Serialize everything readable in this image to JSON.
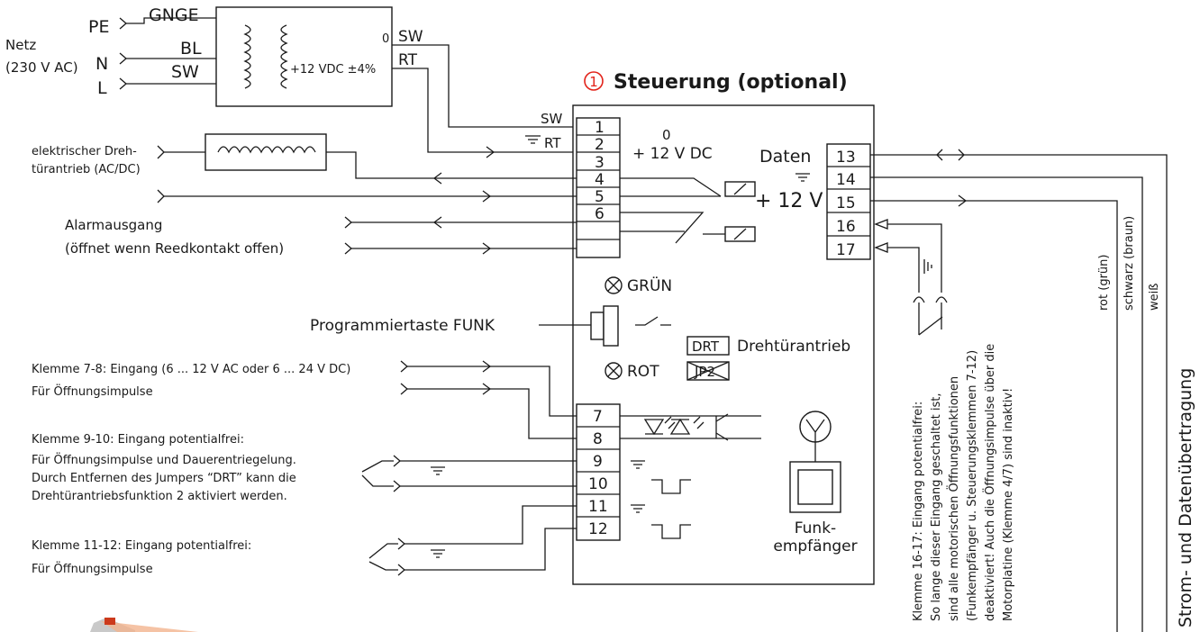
{
  "title": {
    "number": "1",
    "text": "Steuerung (optional)"
  },
  "power": {
    "netz_label": "Netz",
    "netz_voltage": "(230 V AC)",
    "pe": "PE",
    "n": "N",
    "l": "L",
    "gnge": "GNGE",
    "bl": "BL",
    "sw": "SW",
    "transformer_output": "+12 VDC ±4%",
    "zero": "0",
    "out_sw": "SW",
    "out_rt": "RT"
  },
  "controller": {
    "sw_label": "SW",
    "rt_label": "RT",
    "zero_label": "0",
    "plus12vdc_label": "+ 12 V DC",
    "daten_label": "Daten",
    "plus12v_label": "+ 12 V",
    "left_terminals": [
      "1",
      "2",
      "3",
      "4",
      "5",
      "6"
    ],
    "right_terminals": [
      "13",
      "14",
      "15",
      "16",
      "17"
    ],
    "lower_terminals": [
      "7",
      "8",
      "9",
      "10",
      "11",
      "12"
    ],
    "gruen_label": "GRÜN",
    "rot_label": "ROT",
    "drt_label": "DRT",
    "jp2_label": "JP2",
    "drehtuer_label": "Drehtürantrieb",
    "funk_line1": "Funk-",
    "funk_line2": "empfänger"
  },
  "inputs": {
    "drive_line1": "elektrischer Dreh-",
    "drive_line2": "türantrieb (AC/DC)",
    "alarm_line1": "Alarmausgang",
    "alarm_line2": "(öffnet wenn Reedkontakt offen)",
    "prog_label": "Programmiertaste FUNK",
    "k78_line1": "Klemme 7-8:  Eingang (6 ... 12 V AC oder 6 ... 24 V DC)",
    "k78_line2": "Für Öffnungsimpulse",
    "k910_line1": "Klemme 9-10:  Eingang potentialfrei:",
    "k910_line2": "Für Öffnungsimpulse und Dauerentriegelung.",
    "k910_line3": "Durch Entfernen des Jumpers “DRT” kann die",
    "k910_line4": "Drehtürantriebsfunktion 2 aktiviert werden.",
    "k1112_line1": "Klemme 11-12: Eingang potentialfrei:",
    "k1112_line2": "Für Öffnungsimpulse"
  },
  "right_side": {
    "k1617_lines": [
      "Klemme 16-17: Eingang potentialfrei:",
      "So lange dieser Eingang geschaltet ist,",
      "sind alle motorischen Öffnungsfunktionen",
      "(Funkempfänger u. Steuerungsklemmen 7-12)",
      "deaktiviert! Auch die Öffnungsimpulse über die",
      "Motorplatine (Klemme 4/7) sind inaktiv!"
    ],
    "wire_rot": "rot (grün)",
    "wire_schwarz": "schwarz (braun)",
    "wire_weiss": "weiß",
    "strom_label": "Strom- und Datenübertragung"
  }
}
